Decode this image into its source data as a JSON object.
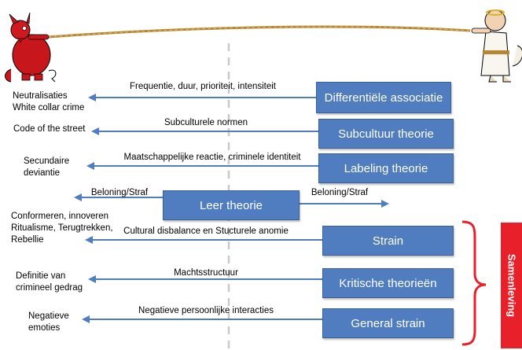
{
  "rows": [
    {
      "key": "diff",
      "box": "Differentiële associatie",
      "arrow_label": "Frequentie, duur, prioriteit, intensiteit",
      "outcome": [
        "Neutralisaties",
        "White collar crime"
      ]
    },
    {
      "key": "subc",
      "box": "Subcultuur theorie",
      "arrow_label": "Subculturele normen",
      "outcome": [
        "Code of the street"
      ]
    },
    {
      "key": "label",
      "box": "Labeling theorie",
      "arrow_label": "Maatschappelijke reactie, criminele identiteit",
      "outcome": [
        "Secundaire",
        "deviantie"
      ]
    },
    {
      "key": "leer",
      "box": "Leer theorie",
      "left_label": "Beloning/Straf",
      "right_label": "Beloning/Straf"
    },
    {
      "key": "strain",
      "box": "Strain",
      "arrow_label": "Cultural disbalance en Stucturele anomie",
      "outcome": [
        "Conformeren, innoveren",
        "Ritualisme, Terugtrekken,",
        "Rebellie"
      ]
    },
    {
      "key": "krit",
      "box": "Kritische theorieën",
      "arrow_label": "Machtsstructuur",
      "outcome": [
        "Definitie van",
        "crimineel gedrag"
      ]
    },
    {
      "key": "gen",
      "box": "General strain",
      "arrow_label": "Negatieve persoonlijke interacties",
      "outcome": [
        "Negatieve",
        "emoties"
      ]
    }
  ],
  "side_label": "Samenleving",
  "colors": {
    "box_fill": "#4f7dbf",
    "arrow": "#4f7dbf",
    "brace": "#e8202a",
    "side_fill": "#e8202a",
    "rope": "#b8862e"
  },
  "icons": [
    "devil-icon",
    "angel-icon"
  ]
}
